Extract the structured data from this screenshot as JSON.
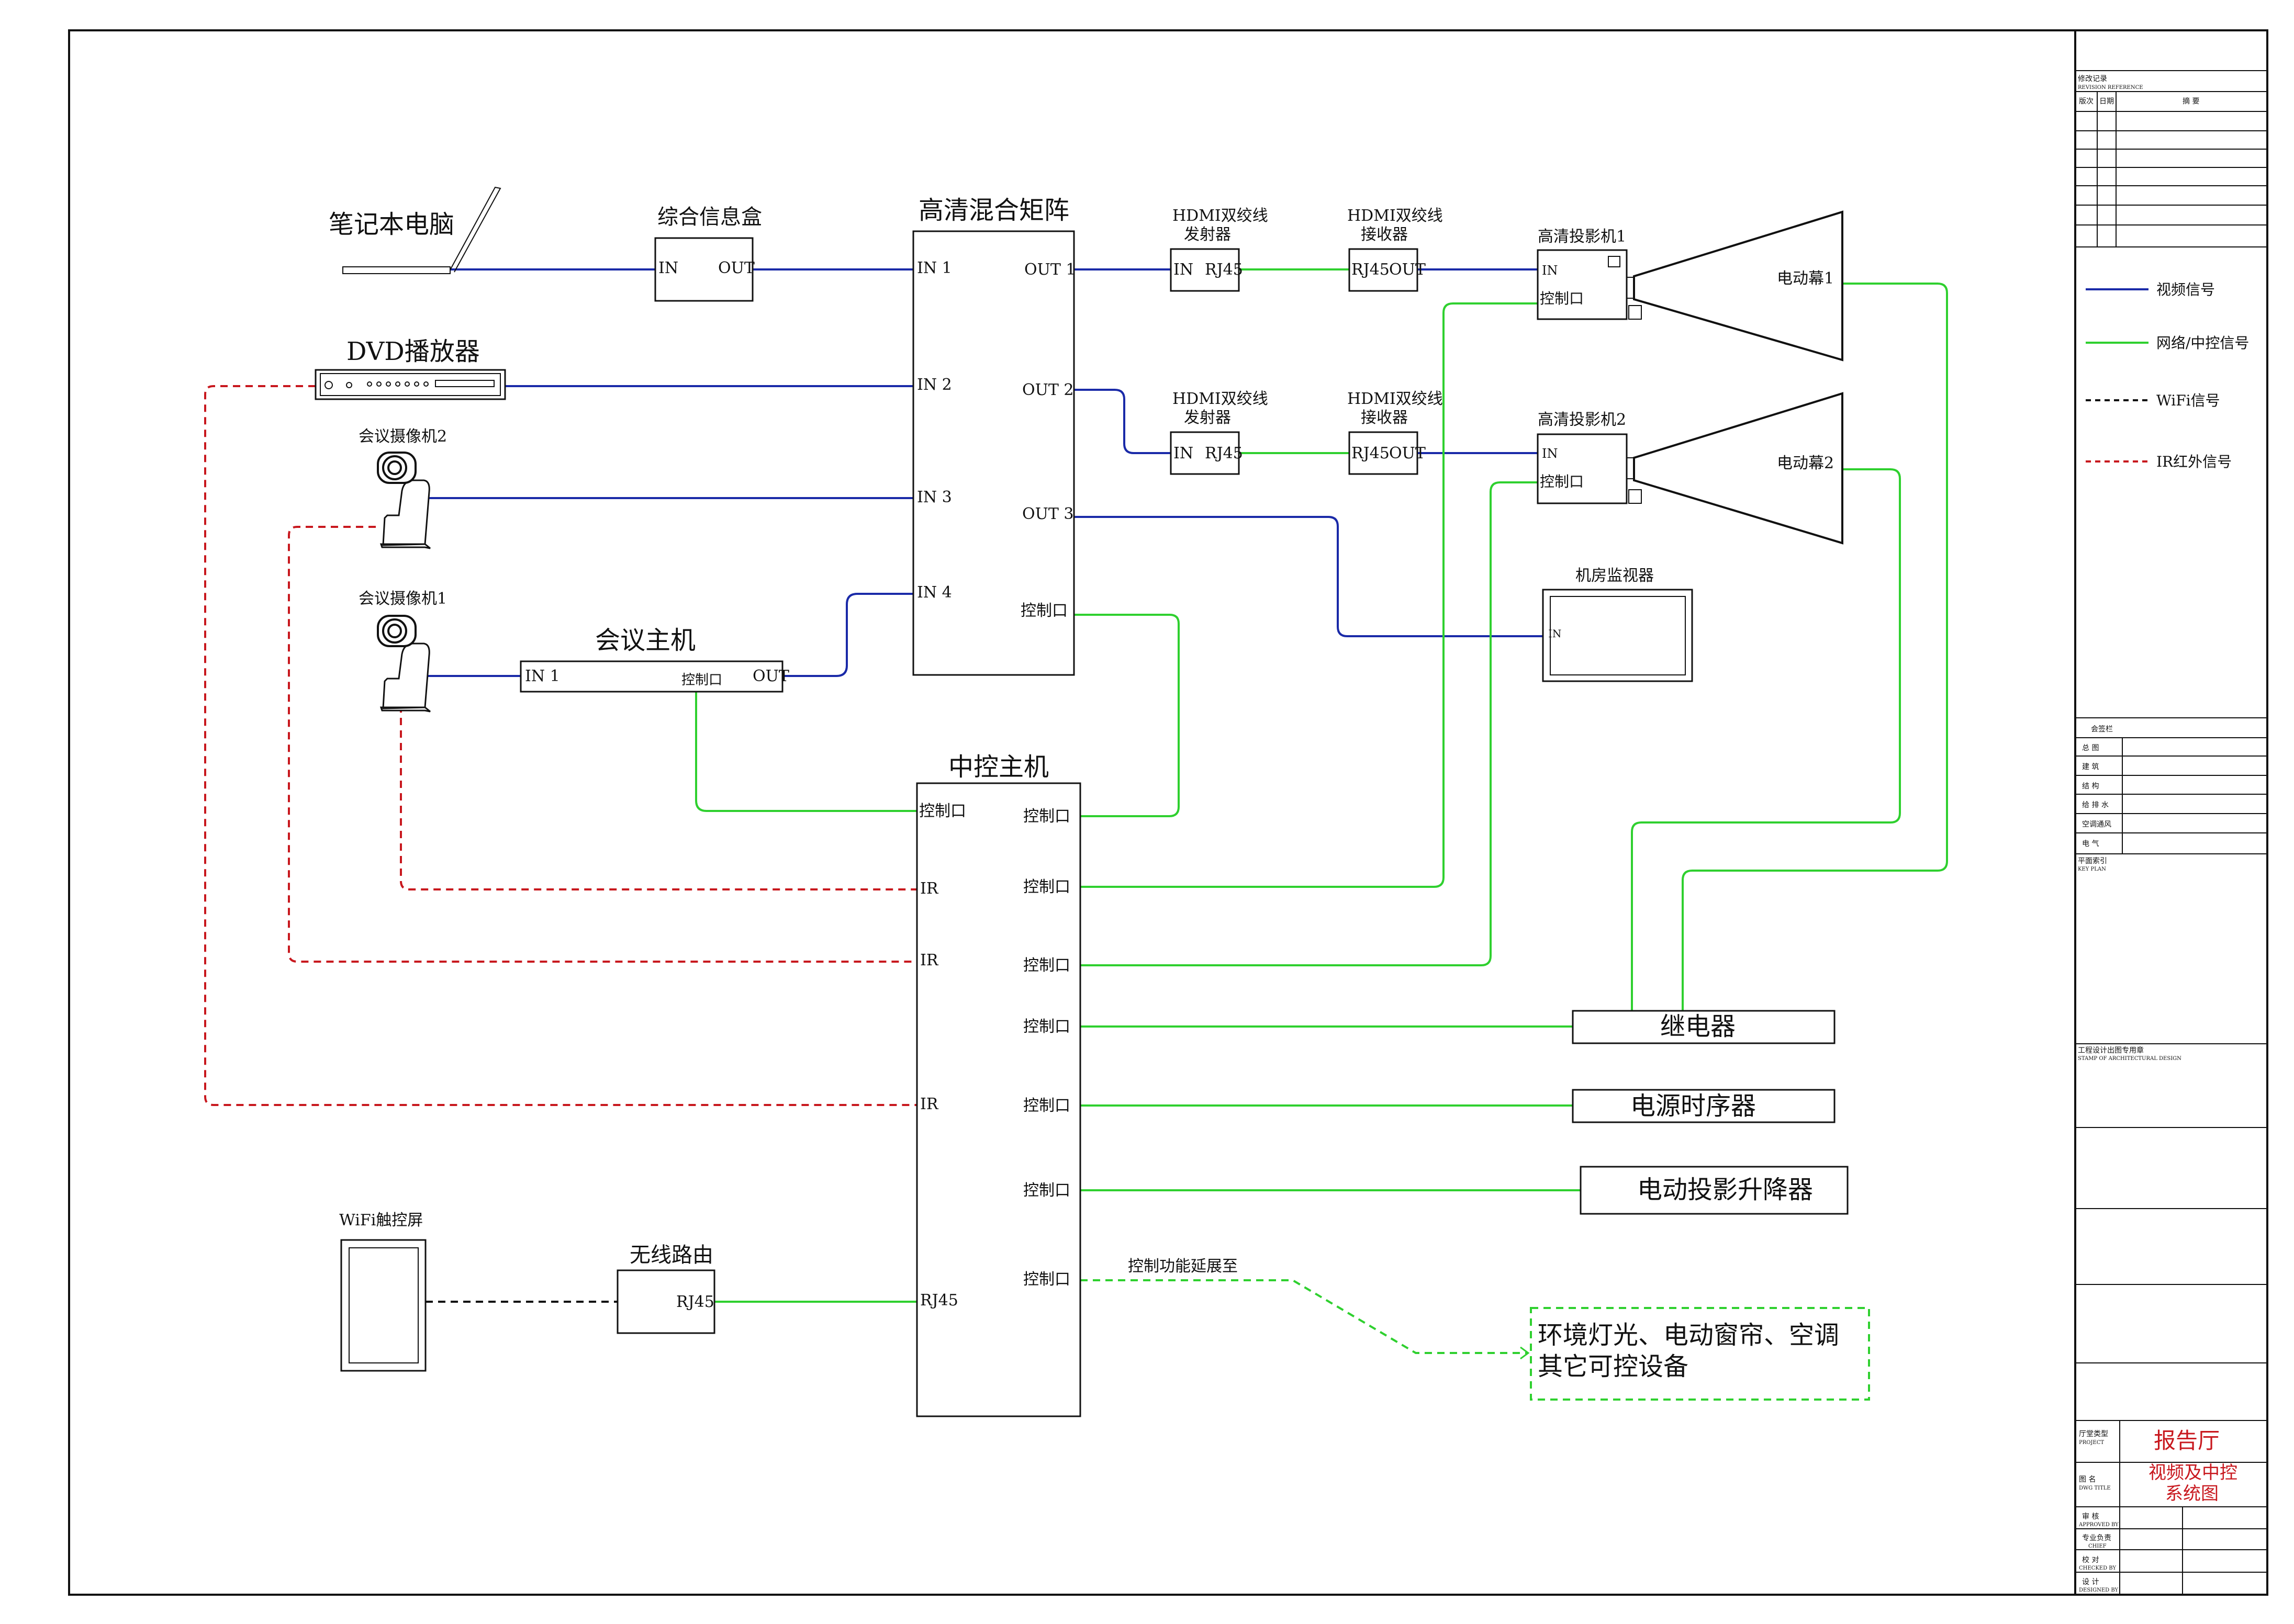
{
  "colors": {
    "video_signal": "#1a2aa8",
    "network_control_signal": "#2fd02f",
    "wifi_signal": "#111111",
    "ir_signal": "#c8181e",
    "title_text": "#c8181e"
  },
  "sources": {
    "laptop": "笔记本电脑",
    "info_box": "综合信息盒",
    "info_box_in": "IN",
    "info_box_out": "OUT",
    "dvd": "DVD播放器",
    "camera2": "会议摄像机2",
    "camera1": "会议摄像机1",
    "conf_host": "会议主机",
    "conf_host_in": "IN 1",
    "conf_host_ctrl": "控制口",
    "conf_host_out": "OUT"
  },
  "matrix": {
    "title": "高清混合矩阵",
    "in1": "IN 1",
    "in2": "IN 2",
    "in3": "IN 3",
    "in4": "IN 4",
    "out1": "OUT 1",
    "out2": "OUT 2",
    "out3": "OUT 3",
    "ctrl": "控制口"
  },
  "hdmi": {
    "tx_title": "HDMI双绞线\n发射器",
    "tx_line1": "HDMI双绞线",
    "tx_line2": "发射器",
    "rx_line1": "HDMI双绞线",
    "rx_line2": "接收器",
    "tx_in": "IN",
    "tx_rj45": "RJ45",
    "rx_rj45": "RJ45",
    "rx_out": "OUT"
  },
  "projectors": {
    "p1": "高清投影机1",
    "p2": "高清投影机2",
    "in": "IN",
    "ctrl": "控制口",
    "screen1": "电动幕1",
    "screen2": "电动幕2"
  },
  "monitor": {
    "title": "机房监视器",
    "in": "IN"
  },
  "controller": {
    "title": "中控主机",
    "left_ports": [
      "控制口",
      "IR",
      "IR",
      "IR",
      "RJ45"
    ],
    "right_ports": [
      "控制口",
      "控制口",
      "控制口",
      "控制口",
      "控制口",
      "控制口",
      "控制口"
    ],
    "extend_label": "控制功能延展至"
  },
  "devices": {
    "relay": "继电器",
    "power_seq": "电源时序器",
    "lift": "电动投影升降器",
    "extend_line1": "环境灯光、电动窗帘、空调",
    "extend_line2": "其它可控设备"
  },
  "wireless": {
    "touch": "WiFi触控屏",
    "router": "无线路由",
    "router_port": "RJ45"
  },
  "legend": {
    "video": "视频信号",
    "network": "网络/中控信号",
    "wifi": "WiFi信号",
    "ir": "IR红外信号"
  },
  "titleblock": {
    "revision_cn": "修改记录",
    "revision_en": "REVISION REFERENCE",
    "rev_col": "版次",
    "date_col": "日期",
    "note_col": "摘    要",
    "sign_header": "会签栏",
    "disciplines": [
      "总    图",
      "建    筑",
      "结    构",
      "给 排 水",
      "空调通风",
      "电    气"
    ],
    "key_plan_cn": "平面索引",
    "key_plan_en": "KEY PLAN",
    "stamp_cn": "工程设计出图专用章",
    "stamp_en": "STAMP OF ARCHITECTURAL DESIGN",
    "project_label_cn": "厅堂类型",
    "project_label_en": "PROJECT",
    "project_value": "报告厅",
    "drawing_label_cn": "图    名",
    "drawing_label_en": "DWG TITLE",
    "drawing_value_line1": "视频及中控",
    "drawing_value_line2": "系统图",
    "approved_cn": "审    核",
    "approved_en": "APPROVED BY",
    "chief_cn": "专业负责",
    "chief_en": "CHIEF",
    "checked_cn": "校    对",
    "checked_en": "CHECKED BY",
    "designed_cn": "设    计",
    "designed_en": "DESIGNED BY"
  }
}
